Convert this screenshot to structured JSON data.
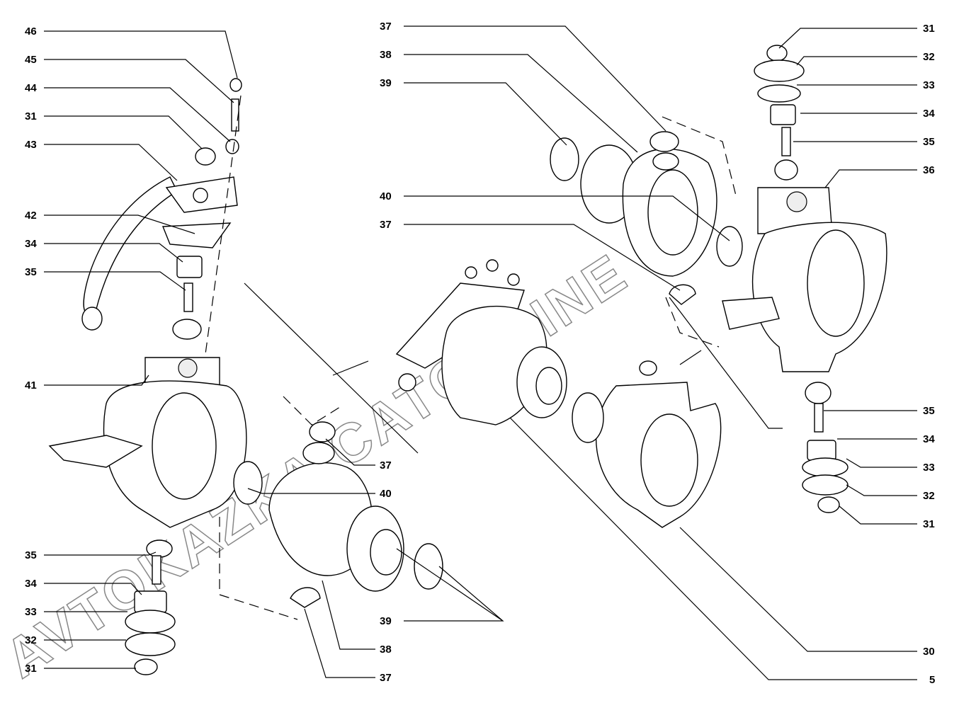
{
  "diagram": {
    "watermark": "AVTOKAZKA.CATONLINE",
    "callouts_left": [
      "46",
      "45",
      "44",
      "31",
      "43",
      "42",
      "34",
      "35",
      "41",
      "35",
      "34",
      "33",
      "32",
      "31"
    ],
    "callouts_top_center": [
      "37",
      "38",
      "39",
      "40",
      "37"
    ],
    "callouts_mid": [
      "37",
      "40",
      "39",
      "38",
      "37"
    ],
    "callouts_right": [
      "31",
      "32",
      "33",
      "34",
      "35",
      "36",
      "35",
      "34",
      "33",
      "32",
      "31",
      "30",
      "5"
    ]
  }
}
